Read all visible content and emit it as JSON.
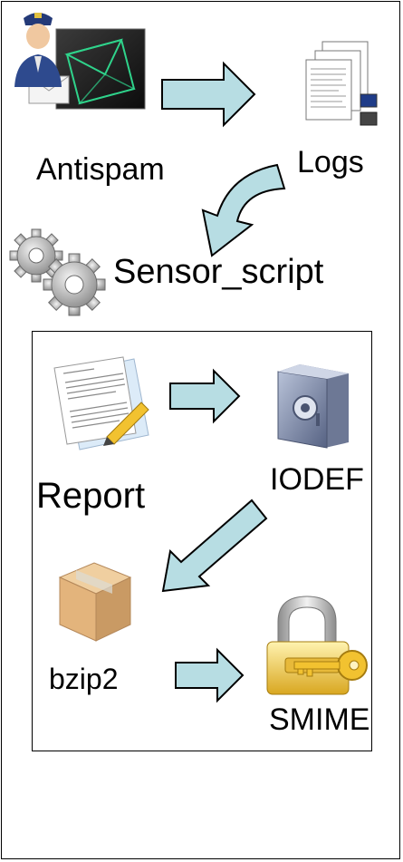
{
  "nodes": {
    "antispam": "Antispam",
    "logs": "Logs",
    "sensor": "Sensor_script",
    "report": "Report",
    "iodef": "IODEF",
    "bzip2": "bzip2",
    "smime": "SMIME"
  },
  "colors": {
    "arrow_fill": "#b7dde3",
    "arrow_stroke": "#000000"
  }
}
